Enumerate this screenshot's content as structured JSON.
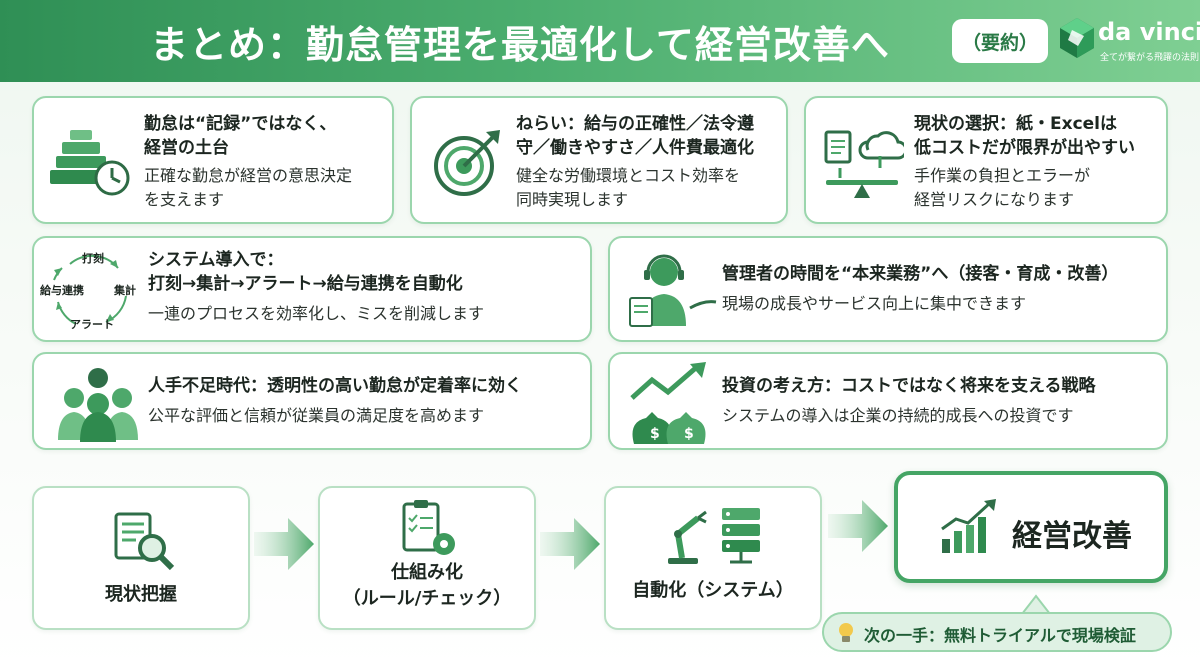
{
  "header": {
    "title": "まとめ：勤怠管理を最適化して経営改善へ",
    "badge": "（要約）",
    "logo_text": "da vinci",
    "logo_tagline": "全てが繋がる飛躍の法則"
  },
  "cards": [
    {
      "icon": "gold-bars-clock-icon",
      "title_line1": "勤怠は“記録”ではなく、",
      "title_line2": "経営の土台",
      "desc_line1": "正確な勤怠が経営の意思決定",
      "desc_line2": "を支えます"
    },
    {
      "icon": "target-icon",
      "title_line1": "ねらい：給与の正確性／法令遵",
      "title_line2": "守／働きやすさ／人件費最適化",
      "desc_line1": "健全な労働環境とコスト効率を",
      "desc_line2": "同時実現します"
    },
    {
      "icon": "paper-cloud-balance-icon",
      "title_line1": "現状の選択：紙・Excelは",
      "title_line2": "低コストだが限界が出やすい",
      "desc_line1": "手作業の負担とエラーが",
      "desc_line2": "経営リスクになります"
    },
    {
      "icon": "cycle-icon",
      "cycle_labels": [
        "打刻",
        "集計",
        "アラート",
        "給与連携"
      ],
      "title_line1": "システム導入で：",
      "title_line2": "打刻→集計→アラート→給与連携を自動化",
      "desc_line1": "一連のプロセスを効率化し、ミスを削減します"
    },
    {
      "icon": "manager-headset-icon",
      "title_line1": "管理者の時間を“本来業務”へ（接客・育成・改善）",
      "desc_line1": "現場の成長やサービス向上に集中できます"
    },
    {
      "icon": "team-people-icon",
      "title_line1": "人手不足時代：透明性の高い勤怠が定着率に効く",
      "desc_line1": "公平な評価と信頼が従業員の満足度を高めます"
    },
    {
      "icon": "growth-money-icon",
      "title_line1": "投資の考え方：コストではなく将来を支える戦略",
      "desc_line1": "システムの導入は企業の持続的成長への投資です"
    }
  ],
  "flow": [
    {
      "icon": "document-search-icon",
      "line1": "現状把握",
      "line2": ""
    },
    {
      "icon": "checklist-gear-icon",
      "line1": "仕組み化",
      "line2": "（ルール/チェック）"
    },
    {
      "icon": "robot-arm-server-icon",
      "line1": "自動化（システム）",
      "line2": ""
    }
  ],
  "final": {
    "icon": "growth-chart-icon",
    "label": "経営改善"
  },
  "next_step": {
    "icon": "lightbulb-icon",
    "text": "次の一手：無料トライアルで現場検証"
  },
  "colors": {
    "accent": "#45a565",
    "dark_green": "#2f8f55",
    "border": "#9bd6ad"
  }
}
